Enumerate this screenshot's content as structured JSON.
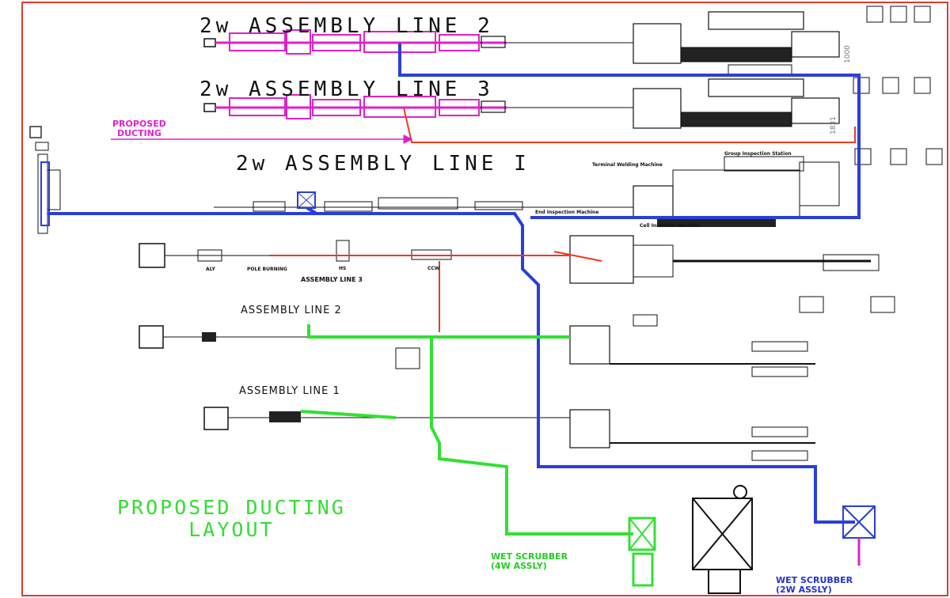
{
  "lines": {
    "line2w_2": "2w ASSEMBLY LINE 2",
    "line2w_3": "2w ASSEMBLY LINE 3",
    "line2w_1": "2w ASSEMBLY LINE I",
    "assembly_line_3": "ASSEMBLY LINE 3",
    "assembly_line_2": "ASSEMBLY LINE 2",
    "assembly_line_1": "ASSEMBLY LINE 1"
  },
  "labels": {
    "proposed_ducting_small": [
      "PROPOSED",
      "DUCTING"
    ],
    "proposed_ducting_layout": [
      "PROPOSED DUCTING",
      "LAYOUT"
    ],
    "wet_scrubber_4w": [
      "WET SCRUBBER",
      "(4W ASSLY)"
    ],
    "wet_scrubber_2w": [
      "WET SCRUBBER",
      "(2W ASSLY)"
    ],
    "aly": "ALY",
    "pole_burning": "POLE BURNING",
    "hs": "HS",
    "ccw": "CCW",
    "terminal_welding": "Terminal Welding Machine",
    "end_inspection": "End Inspection Machine",
    "group_inspection": "Group Inspection Station",
    "cell_insertion": "Cell Insertion Machine",
    "dim_1000": "1000",
    "dim_1831": "1831"
  },
  "colors": {
    "frame": "#e23a2e",
    "duct_blue": "#2a3fd8",
    "duct_green": "#33e033",
    "duct_red": "#ee3a20",
    "line_magenta": "#e020c8",
    "drawing": "#111111"
  }
}
